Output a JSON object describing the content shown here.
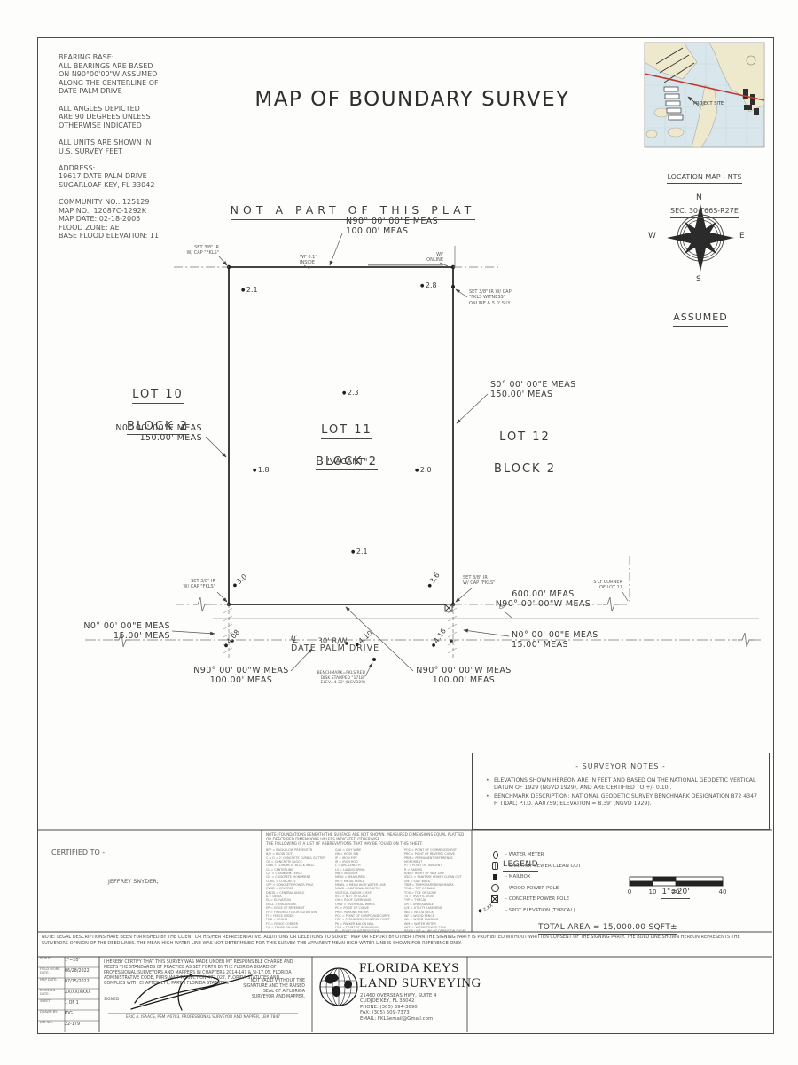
{
  "header": {
    "title": "MAP OF BOUNDARY SURVEY",
    "notes_left": "BEARING BASE:\nALL BEARINGS ARE BASED\nON N90°00'00\"W ASSUMED\nALONG THE CENTERLINE OF\nDATE PALM DRIVE\n\nALL ANGLES DEPICTED\nARE 90 DEGREES UNLESS\nOTHERWISE INDICATED\n\nALL UNITS ARE SHOWN IN\nU.S. SURVEY FEET\n\nADDRESS:\n19617 DATE PALM DRIVE\nSUGARLOAF KEY, FL 33042\n\nCOMMUNITY NO.: 125129\nMAP NO.: 12087C-1292K\nMAP DATE: 02-18-2005\nFLOOD ZONE: AE\nBASE FLOOD ELEVATION: 11"
  },
  "location_map": {
    "line1": "LOCATION MAP - NTS",
    "line2": "SEC. 30-T66S-R27E",
    "project_site": "PROJECT SITE"
  },
  "compass": {
    "n": "N",
    "e": "E",
    "s": "S",
    "w": "W",
    "assumed": "ASSUMED"
  },
  "plat": {
    "not_a_part": "NOT A PART OF THIS PLAT",
    "dim_north": "N90° 00' 00\"E MEAS\n100.00' MEAS",
    "dim_west": "N0° 00' 00\"E MEAS\n150.00' MEAS",
    "dim_east": "S0° 00' 00\"E MEAS\n150.00' MEAS",
    "dim_south_600": "600.00' MEAS\nN90° 00' 00\"W MEAS",
    "dim_15_left": "N0° 00' 00\"E MEAS\n15.00' MEAS",
    "dim_15_right": "N0° 00' 00\"E MEAS\n15.00' MEAS",
    "dim_100_sw": "N90° 00' 00\"W MEAS\n100.00' MEAS",
    "dim_100_se": "N90° 00' 00\"W MEAS\n100.00' MEAS",
    "lot10": "LOT 10",
    "lot10_block": "BLOCK 2",
    "lot11": "LOT 11",
    "lot11_block": "BLOCK 2",
    "lot11_status": "\"VACANT\"",
    "lot12": "LOT 12",
    "lot12_block": "BLOCK 2",
    "set_tl": "SET 3/8\" IR\nW/ CAP \"FKLS\"",
    "set_tr": "SET 3/8\" IR W/ CAP\n\"FKLS WITNESS\"\nONLINE & 5.0' S'LY",
    "set_bl": "SET 3/8\" IR\nW/ CAP \"FKLS\"",
    "set_br": "SET 3/8\" IR\nW/ CAP \"FKLS\"",
    "wf_inside": "WF 0.1'\nINSIDE",
    "wf_online": "WF\nONLINE",
    "ep": "EP",
    "sly_corner": "S'LY CORNER\nOF LOT 17",
    "cl_c": "C",
    "cl_l": "L",
    "road_name": "DATE PALM DRIVE",
    "road_rw": "30' R/W",
    "benchmark": "BENCHMARK=FKLS RED\nDISK STAMPED \"1718\"\nELEV=4.32' (NGVD29)",
    "spots": [
      "2.1",
      "2.8",
      "2.3",
      "1.8",
      "2.0",
      "2.1",
      "3.0",
      "3.6",
      "4.08",
      "4.10",
      "4.16"
    ]
  },
  "surveyor_notes": {
    "title": "- SURVEYOR NOTES -",
    "bullet1": "ELEVATIONS SHOWN HEREON ARE IN FEET AND BASED ON THE NATIONAL GEODETIC VERTICAL DATUM OF 1929 (NGVD 1929), AND ARE CERTIFIED TO +/- 0.10'.",
    "bullet2": "BENCHMARK DESCRIPTION: NATIONAL GEODETIC SURVEY BENCHMARK DESIGNATION 872 4347 H TIDAL; P.I.D. AA0759; ELEVATION = 8.39' (NGVD 1929)."
  },
  "certified": {
    "label": "CERTIFIED TO -",
    "name": "JEFFREY SNYDER;"
  },
  "abbr": {
    "note": "NOTE:  FOUNDATIONS BENEATH THE SURFACE ARE NOT SHOWN. MEASURED DIMENSIONS EQUAL PLATTED OR DESCRIBED DIMENSIONS UNLESS INDICATED OTHERWISE.\nTHE FOLLOWING IS A LIST OF ABBREVIATIONS THAT MAY BE FOUND ON THIS SHEET:",
    "col1": "BFP = BACK-FLOW PREVENTER\nB/O = BLOW OUT\nC & G = 2' CONCRETE CURB & GUTTER\nCB = CONCRETE BLOCK\nCBW = CONCRETE BLOCK WALL\nCL = CENTERLINE\nC/F = CHAINLINK FENCE\nCM = CONCRETE MONUMENT\nCONC = CONCRETE\nCPP = CONCRETE POWER POLE\nCVRD = COVERED\nDELTA = CENTRAL ANGLE\nΔ = DELTA\nEL = ELEVATION\nENCL = ENCLOSURE\nEP = EDGE OF PAVEMENT\nFF = FINISHED FLOOR ELEVATION\nFI = FENCE INSIDE\nFND = FOUND\nFC = FENCE CORNER\nF/L = FENCE ON LINE",
    "col2": "G/W = GUY WIRE\nHB = HOSE BIB\nIP = IRON PIPE\nIR = IRON ROD\nL = ARC LENGTH\nLS = LANDSCAPING\nMB = MAILBOX\nMEAS = MEASURED\nMF = METAL FENCE\nMHWL = MEAN HIGH WATER LINE\nNGVD = NATIONAL GEODETIC\n           VERTICAL DATUM (1929)\nNTS = NOT TO SCALE\nOH = ROOF OVERHANG\nOHW = OVERHEAD WIRES\nPC = POINT OF CURVE\nPM = PARKING METER\nPCC = POINT OF COMPOUND CURVE\nPCP = PERMANENT CONTROL POINT\nPK = PARKER KALON NAIL\nPOB = POINT OF BEGINNING\nPI = POINT OF INTERSECTION",
    "col3": "POC = POINT OF COMMENCEMENT\nPRC = POINT OF REVERSE CURVE\nPRM = PERMANENT REFERENCE\n           MONUMENT\nPT = POINT OF TANGENT\nR = RADIUS\nR/W = RIGHT OF WAY LINE\nSSCO = SANITARY SEWER CLEAN OUT\nSW = SIDE WALK\nTBM = TEMPORARY BENCHMARK\nTOB = TOP OF BANK\nTOS = TOE OF SLOPE\nTS = TRAFFIC SIGN\nTYP = TYPICAL\nUR = UNREADABLE\nU/E = UTILITY EASEMENT\nWD = WOOD DECK\nWF = WOOD FENCE\nWL = WOOD LANDING\nWM = WATER METER\nWPP = WOOD POWER POLE\nBRICK LINE = LINE OF DEBRIS ON SHORE"
  },
  "legend": {
    "title": "LEGEND",
    "items": [
      {
        "icon": "water-meter-icon",
        "label": "- WATER METER"
      },
      {
        "icon": "sewer-cleanout-icon",
        "label": "- SANITARY SEWER CLEAN OUT"
      },
      {
        "icon": "mailbox-icon",
        "label": "- MAILBOX"
      },
      {
        "icon": "wood-power-pole-icon",
        "label": "- WOOD POWER POLE"
      },
      {
        "icon": "concrete-power-pole-icon",
        "label": "- CONCRETE POWER POLE"
      },
      {
        "icon": "spot-elevation-icon",
        "sample": "2.XX",
        "label": "- SPOT ELEVATION (TYPICAL)"
      }
    ]
  },
  "scale_bar": {
    "title": "1\"=20'",
    "ticks": [
      "0",
      "10",
      "20",
      "40"
    ]
  },
  "total_area": "TOTAL AREA = 15,000.00 SQFT±",
  "legal_note": "NOTE: LEGAL DESCRIPTIONS HAVE BEEN FURNISHED BY THE CLIENT OR HIS/HER REPRESENTATIVE.   ADDITIONS OR DELETIONS TO SURVEY MAP OR REPORT BY OTHER THAN THE SIGNING PARTY IS PROHIBITED WITHOUT WRITTEN CONSENT OF THE SIGNING PARTY.   THE BOLD LINE SHOWN HEREON REPRESENTS THE SURVEYORS OPINION OF THE DEED LINES.   THE MEAN HIGH WATER LINE WAS NOT DETERMINED FOR THIS SURVEY.  THE APPARENT MEAN HIGH WATER LINE IS SHOWN FOR REFERENCE ONLY.",
  "titleblock": {
    "rows": [
      {
        "label": "SCALE:",
        "value": "1\"=20'"
      },
      {
        "label": "FIELD WORK DATE:",
        "value": "06/28/2022"
      },
      {
        "label": "MAP DATE:",
        "value": "07/15/2022"
      },
      {
        "label": "REVISION DATE:",
        "value": "XX/XX/XXXX"
      },
      {
        "label": "SHEET",
        "value": "1 OF 1"
      },
      {
        "label": "DRAWN BY:",
        "value": "IDG"
      },
      {
        "label": "JOB NO.:",
        "value": "22-179"
      }
    ],
    "certification": "I HEREBY CERTIFY THAT THIS SURVEY WAS MADE UNDER MY RESPONSIBLE CHARGE AND MEETS THE STANDARDS OF PRACTICE AS SET FORTH BY THE FLORIDA BOARD OF PROFESSIONAL SURVEYORS AND MAPPERS IN CHAPTERS 2014-147 & 5J-17.05, FLORIDA ADMINISTRATIVE CODE, PURSUANT TO SECTION 472.027, FLORIDA STATUTES AND COMPLIES WITH CHAPTER 177, PART II FLORIDA STATUTES.",
    "signed": "SIGNED",
    "not_valid": "NOT VALID WITHOUT THE\nSIGNATURE AND THE RAISED\nSEAL OF A FLORIDA\nSURVEYOR AND MAPPER.",
    "surveyor_name": "ERIC A. ISAACS, PSM #6783, PROFESSIONAL SURVEYOR AND MAPPER, LB# 7847",
    "company": {
      "name1": "FLORIDA KEYS",
      "name2": "LAND SURVEYING",
      "address": "21460 OVERSEAS HWY, SUITE 4\nCUDJOE KEY, FL  33042\nPHONE: (305) 394-3690\nFAX: (305) 509-7373\nEMAIL: FKLSemail@Gmail.com"
    }
  }
}
